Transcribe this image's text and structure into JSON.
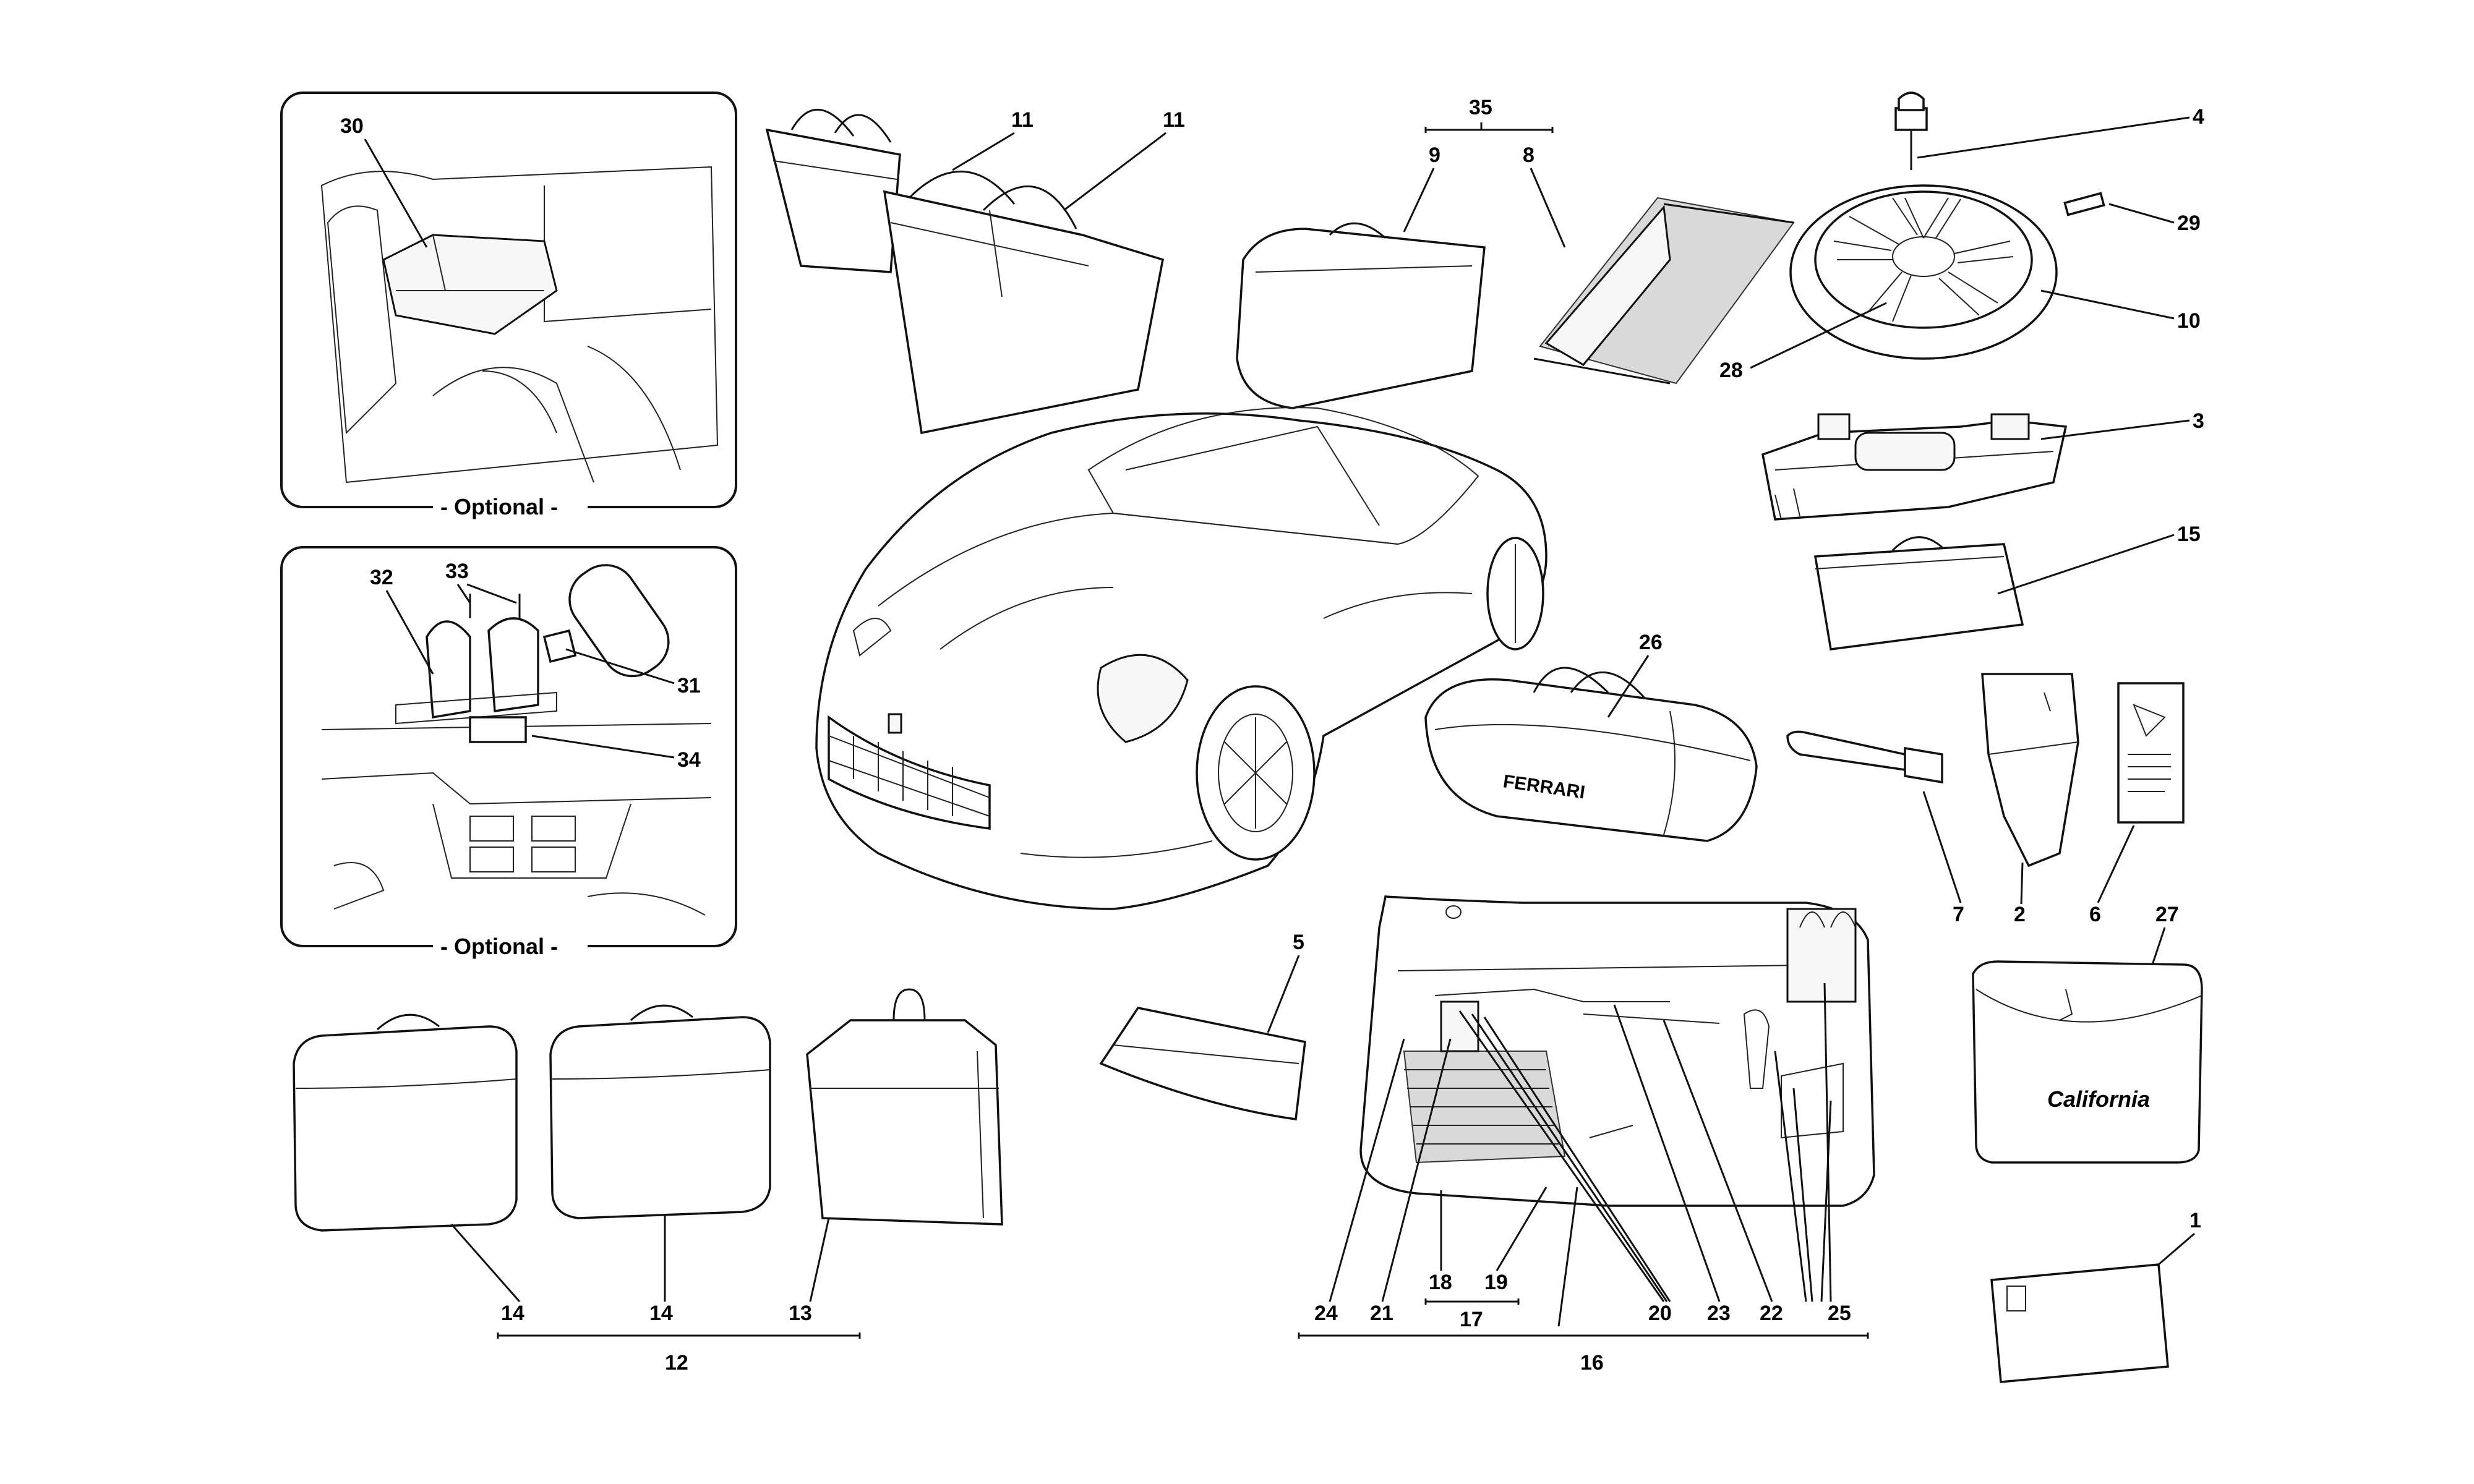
{
  "labels": {
    "n1": "1",
    "n2": "2",
    "n3": "3",
    "n4": "4",
    "n5": "5",
    "n6": "6",
    "n7": "7",
    "n8": "8",
    "n9": "9",
    "n10": "10",
    "n11a": "11",
    "n11b": "11",
    "n12": "12",
    "n13": "13",
    "n14a": "14",
    "n14b": "14",
    "n15": "15",
    "n16": "16",
    "n17": "17",
    "n18": "18",
    "n19": "19",
    "n20": "20",
    "n21": "21",
    "n22": "22",
    "n23": "23",
    "n24": "24",
    "n25": "25",
    "n26": "26",
    "n27": "27",
    "n28": "28",
    "n29": "29",
    "n30": "30",
    "n31": "31",
    "n32": "32",
    "n33": "33",
    "n34": "34",
    "n35": "35"
  },
  "captions": {
    "optional_top": "- Optional -",
    "optional_bottom": "- Optional -"
  },
  "prints": {
    "cover_logo": "FERRARI",
    "pouch_script": "California"
  }
}
